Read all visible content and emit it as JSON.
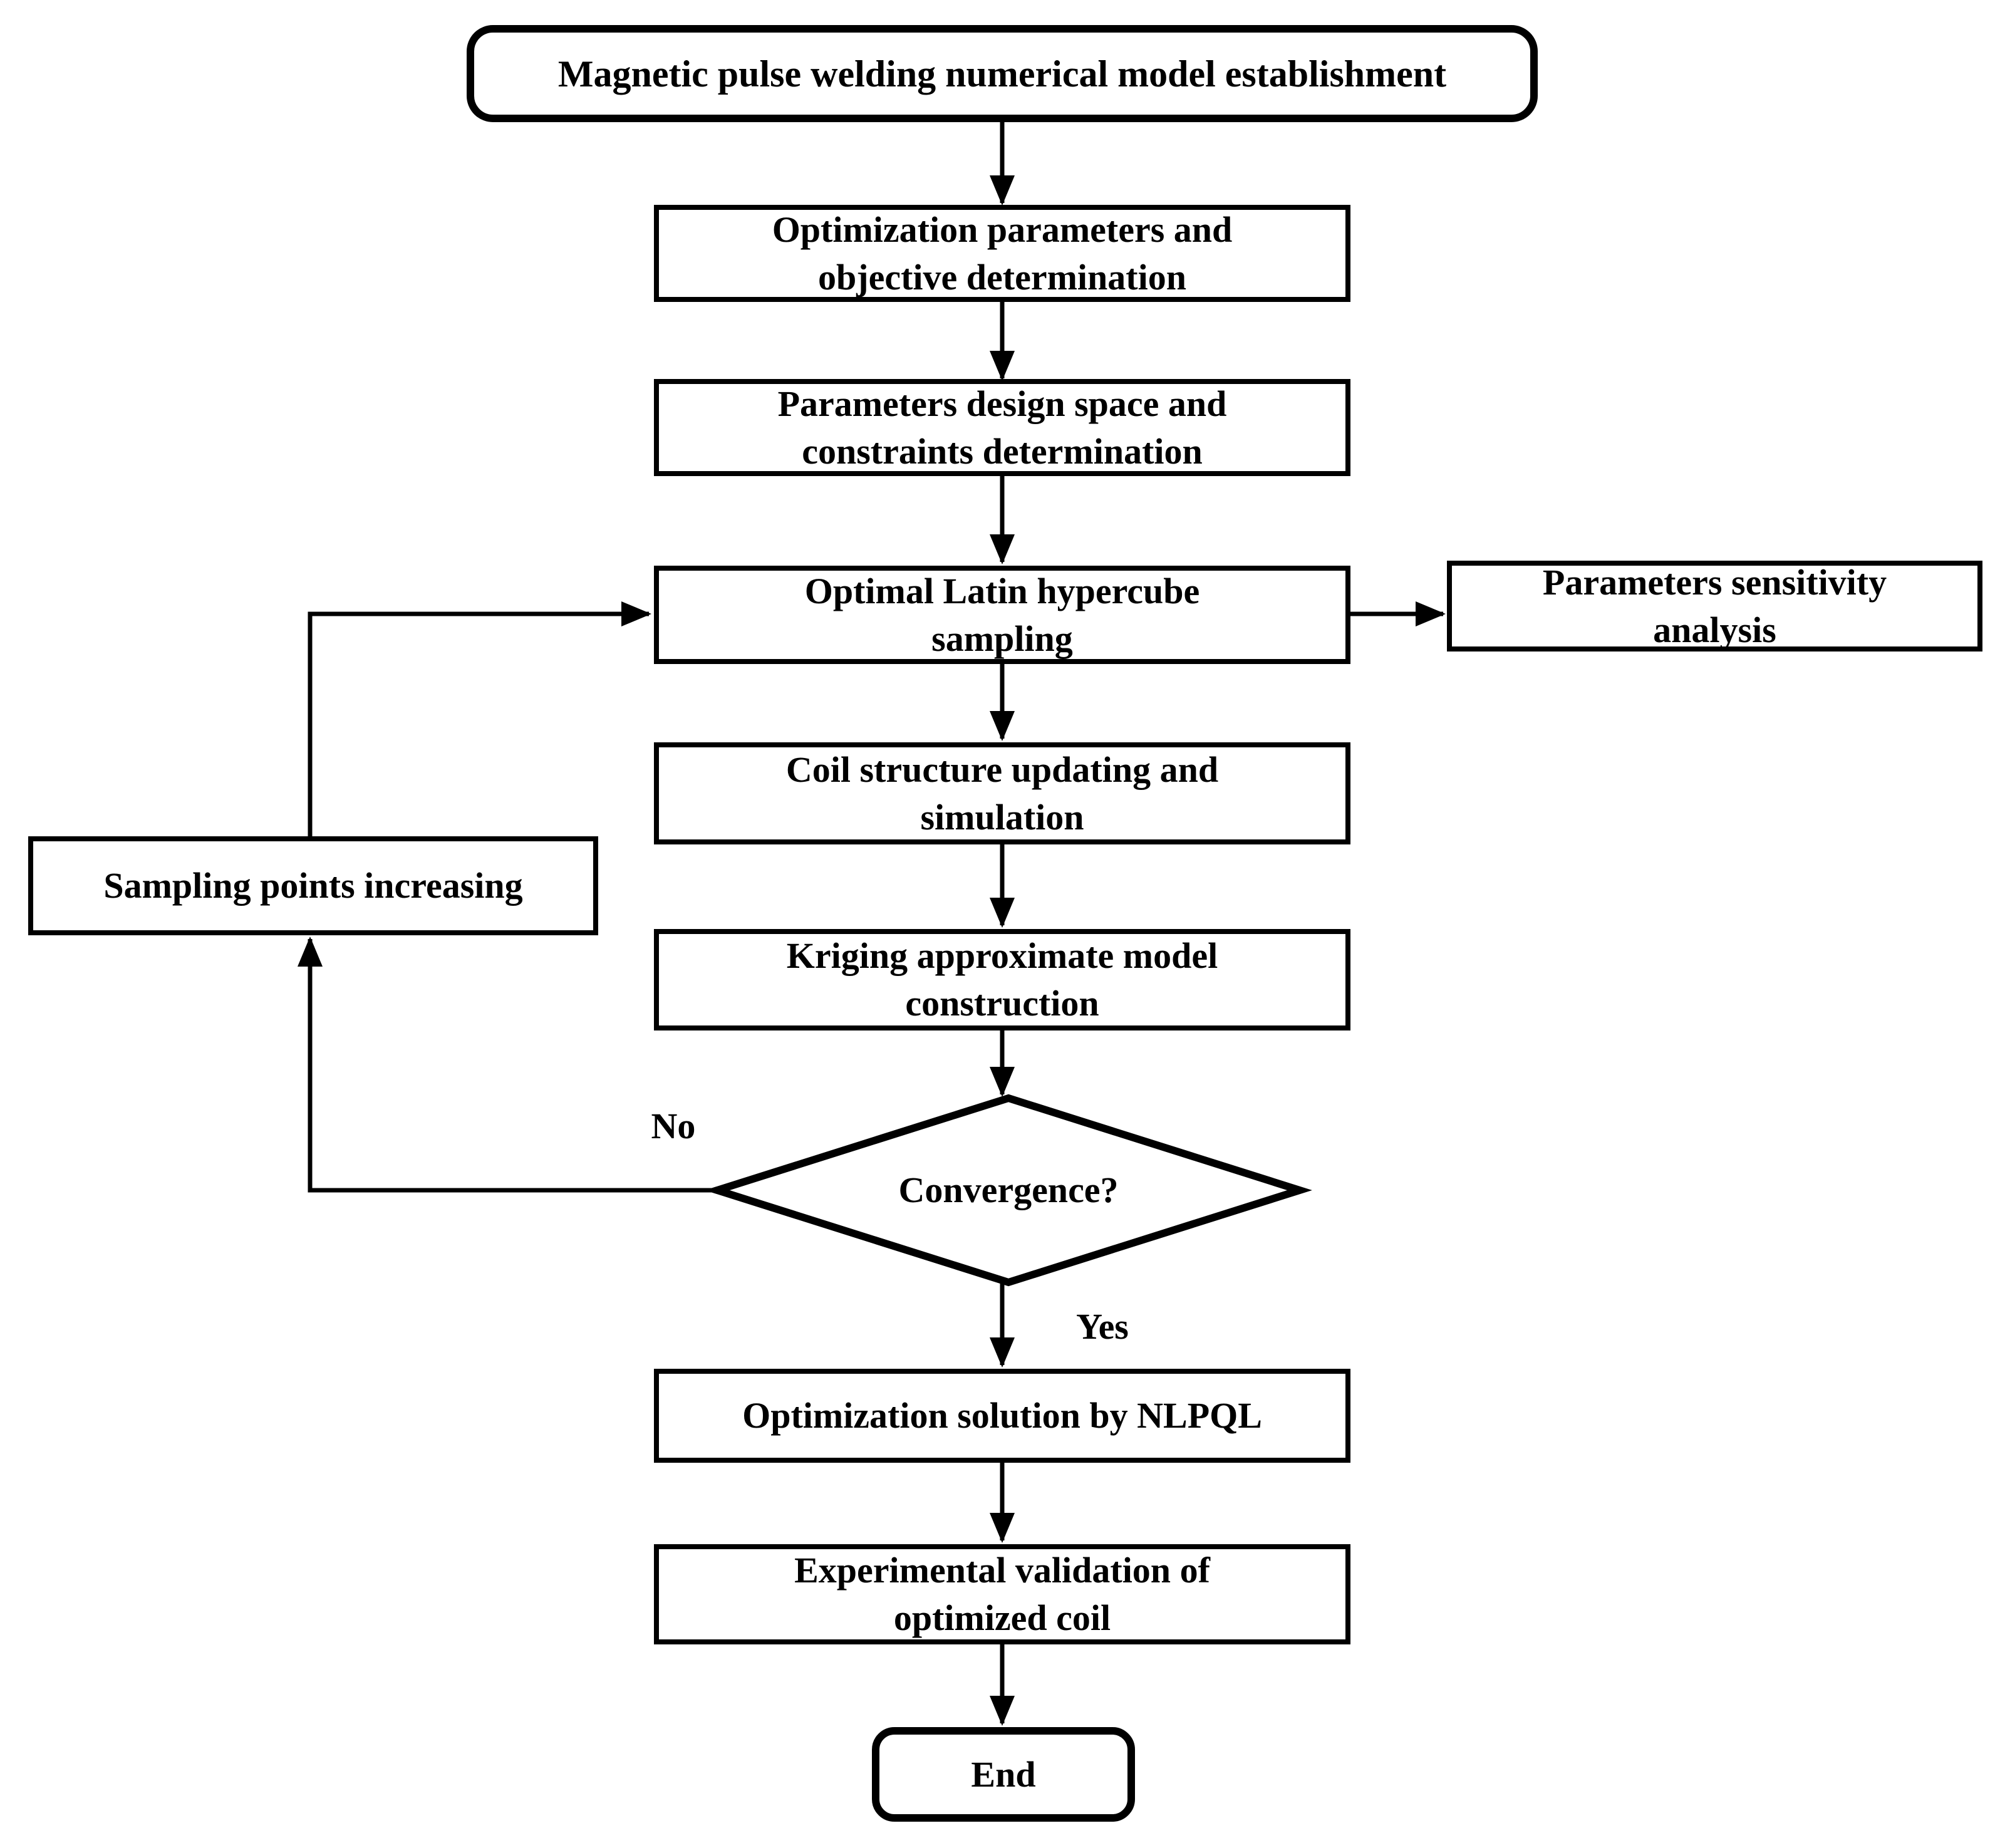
{
  "page": {
    "background_color": "#ffffff",
    "line_color": "#000000",
    "box_fill_color": "#ffffff"
  },
  "flowchart": {
    "nodes": {
      "start": {
        "label": "Magnetic pulse welding numerical model establishment"
      },
      "optimization_parameters": {
        "line1": "Optimization parameters and",
        "line2": "objective determination"
      },
      "design_space": {
        "line1": "Parameters design space and",
        "line2": "constraints determination"
      },
      "latin_hypercube": {
        "line1": "Optimal Latin hypercube",
        "line2": "sampling"
      },
      "sensitivity": {
        "line1": "Parameters sensitivity",
        "line2": "analysis"
      },
      "coil_structure": {
        "line1": "Coil structure updating and",
        "line2": "simulation"
      },
      "sampling_points": {
        "label": "Sampling points increasing"
      },
      "kriging": {
        "line1": "Kriging approximate model",
        "line2": "construction"
      },
      "convergence": {
        "label": "Convergence?"
      },
      "nlpql": {
        "label": "Optimization solution by NLPQL"
      },
      "experimental": {
        "line1": "Experimental validation of",
        "line2": "optimized coil"
      },
      "end": {
        "label": "End"
      }
    },
    "edge_labels": {
      "no": "No",
      "yes": "Yes"
    }
  }
}
